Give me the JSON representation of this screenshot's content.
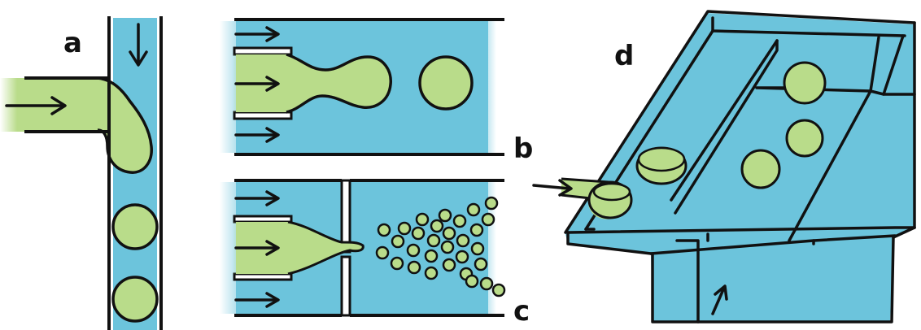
{
  "colors": {
    "fluid": "#6cc4dc",
    "droplet": "#b9dc8a",
    "ink": "#111111",
    "background": "#ffffff"
  },
  "panels": {
    "a": {
      "label": "a"
    },
    "b": {
      "label": "b"
    },
    "c": {
      "label": "c"
    },
    "d": {
      "label": "d"
    }
  }
}
